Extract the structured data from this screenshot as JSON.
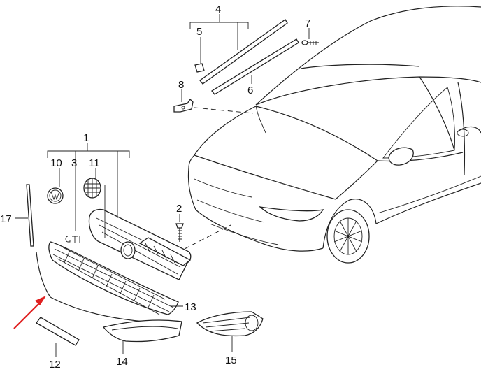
{
  "diagram": {
    "callouts": {
      "c1": "1",
      "c2": "2",
      "c3": "3",
      "c4": "4",
      "c5": "5",
      "c6": "6",
      "c7": "7",
      "c8": "8",
      "c10": "10",
      "c11": "11",
      "c12": "12",
      "c13": "13",
      "c14": "14",
      "c15": "15",
      "c17": "17"
    },
    "colors": {
      "line": "#222222",
      "background": "#ffffff",
      "arrow": "#e02020"
    }
  }
}
